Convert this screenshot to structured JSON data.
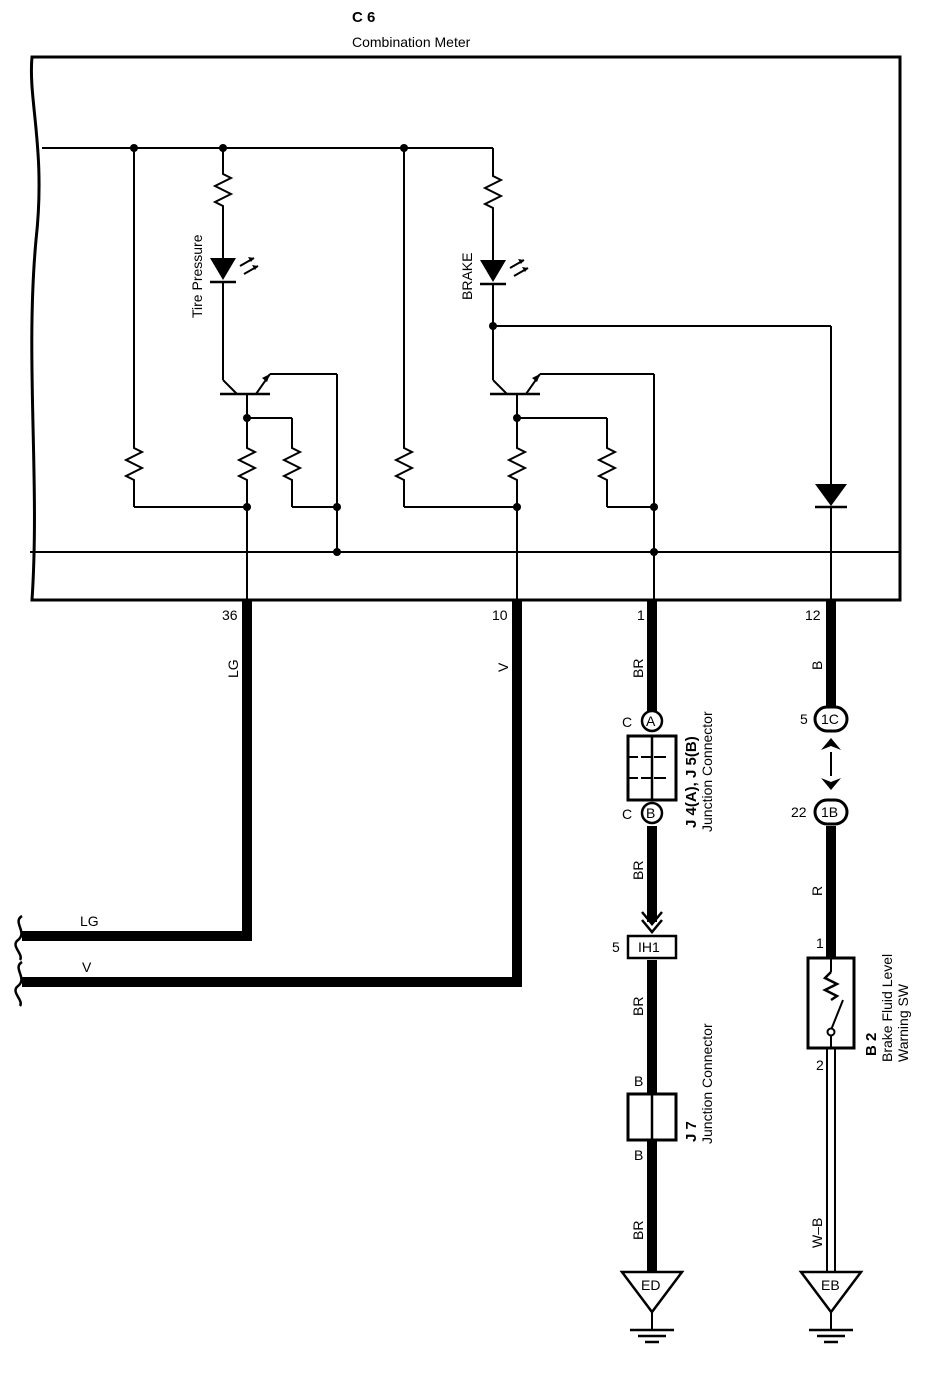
{
  "component_c6": {
    "code": "C 6",
    "name": "Combination Meter"
  },
  "indicators": {
    "tire_pressure": "Tire Pressure",
    "brake": "BRAKE"
  },
  "pins": {
    "p36": "36",
    "p10": "10",
    "p1": "1",
    "p12": "12"
  },
  "wires": {
    "lg_top": "LG",
    "v_top": "V",
    "br1": "BR",
    "b_top": "B",
    "lg_left": "LG",
    "v_left": "V",
    "br2": "BR",
    "br3": "BR",
    "br4": "BR",
    "r": "R",
    "wb": "W–B"
  },
  "junction_j4j5": {
    "code": "J 4(A), J 5(B)",
    "name": "Junction Connector",
    "pin_a": "C",
    "pin_b": "C",
    "connector_a": "A",
    "connector_b": "B"
  },
  "connector_1c": {
    "pin": "5",
    "label": "1C"
  },
  "connector_1b": {
    "pin": "22",
    "label": "1B"
  },
  "connector_ih1": {
    "pin": "5",
    "label": "IH1"
  },
  "junction_j7": {
    "code": "J 7",
    "name": "Junction Connector",
    "pin_top": "B",
    "pin_bottom": "B"
  },
  "switch_b2": {
    "code": "B 2",
    "name_line1": "Brake Fluid Level",
    "name_line2": "Warning SW",
    "pin1": "1",
    "pin2": "2"
  },
  "grounds": {
    "ed": "ED",
    "eb": "EB"
  }
}
